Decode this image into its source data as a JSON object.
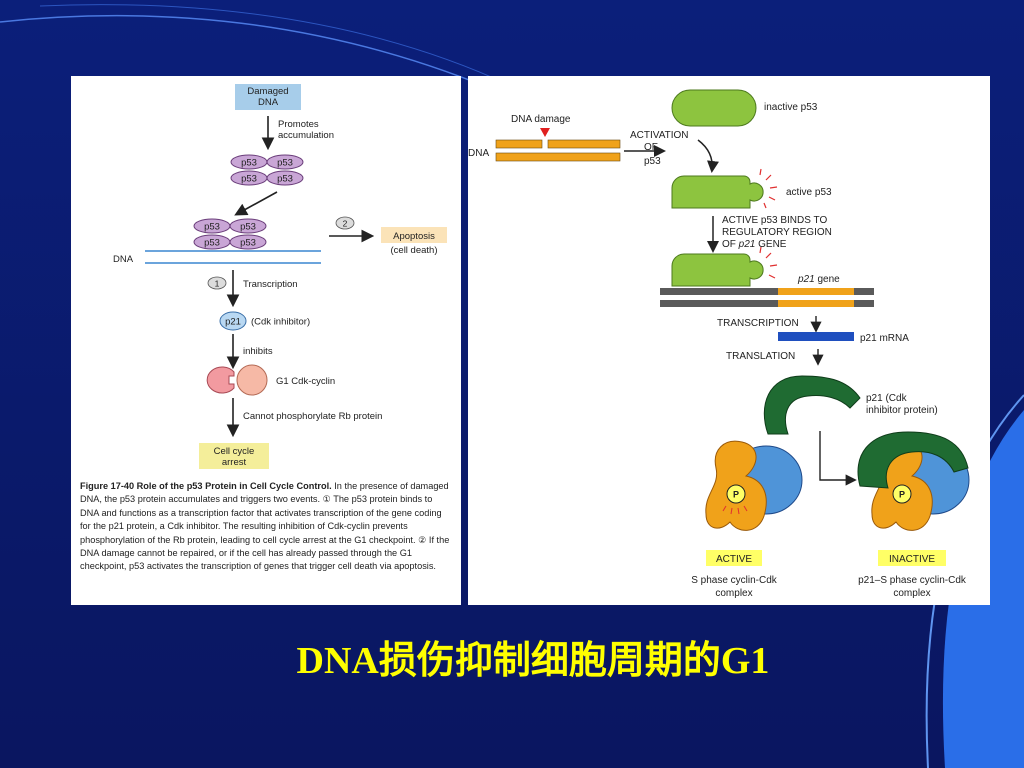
{
  "slide": {
    "title": "DNA损伤抑制细胞周期的G1",
    "colors": {
      "background": "#0a1a6e",
      "title": "#ffff00",
      "accent_blue": "#2a6ee8"
    }
  },
  "left_figure": {
    "damaged_dna": [
      "Damaged",
      "DNA"
    ],
    "promotes": [
      "Promotes",
      "accumulation"
    ],
    "p53_label": "p53",
    "dna_label": "DNA",
    "step2_marker": "2",
    "apoptosis": "Apoptosis",
    "cell_death": "(cell death)",
    "step1_marker": "1",
    "transcription": "Transcription",
    "p21_label": "p21",
    "cdk_inhibitor": "(Cdk inhibitor)",
    "inhibits": "inhibits",
    "g1_cdk_cyclin": "G1 Cdk-cyclin",
    "cannot_phosphorylate": "Cannot phosphorylate Rb protein",
    "cell_cycle_arrest": [
      "Cell cycle",
      "arrest"
    ],
    "caption": {
      "heading": "Figure 17-40    Role of the p53 Protein in Cell Cycle Control.",
      "part1": " In the presence of damaged DNA, the p53 protein accumulates and triggers two events. ",
      "marker1": "①",
      "part2": " The p53 protein binds to DNA and functions as a transcription factor that activates transcription of the gene coding for the p21 protein, a Cdk inhibitor. The resulting inhibition of Cdk-cyclin prevents phosphorylation of the Rb protein, leading to cell cycle arrest at the G1 checkpoint. ",
      "marker2": "②",
      "part3": " If the DNA damage cannot be repaired, or if the cell has already passed through the G1 checkpoint, p53 activates the transcription of genes that trigger cell death via apoptosis."
    }
  },
  "right_figure": {
    "dna_damage": "DNA damage",
    "dna": "DNA",
    "activation": [
      "ACTIVATION",
      "OF",
      "p53"
    ],
    "inactive_p53": "inactive p53",
    "active_p53": "active p53",
    "binds": [
      "ACTIVE p53 BINDS TO",
      "REGULATORY REGION",
      "OF ",
      "p21",
      " GENE"
    ],
    "p21_gene": [
      "p21",
      " gene"
    ],
    "transcription": "TRANSCRIPTION",
    "p21_mrna": "p21 mRNA",
    "translation": "TRANSLATION",
    "p21_protein": [
      "p21 (Cdk",
      "inhibitor protein)"
    ],
    "phosphate": "P",
    "active_badge": "ACTIVE",
    "inactive_badge": "INACTIVE",
    "s_phase_complex": [
      "S phase cyclin-Cdk",
      "complex"
    ],
    "p21_s_phase_complex": [
      "p21–S phase cyclin-Cdk",
      "complex"
    ],
    "colors": {
      "p53_green": "#8dc43f",
      "dna_orange": "#f0a21a",
      "mrna_blue": "#1f4fbf",
      "p21_dark_green": "#1f6b32",
      "cyclin_blue": "#4f94d8",
      "badge_yellow": "#ffff66"
    }
  }
}
